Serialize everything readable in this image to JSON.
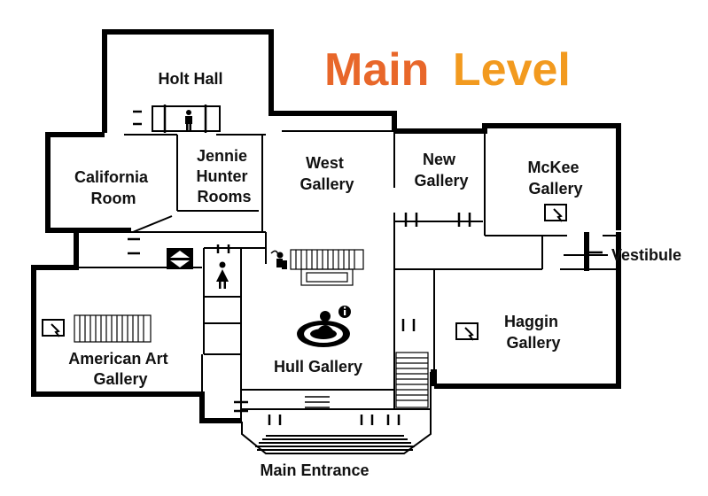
{
  "title": {
    "word1": "Main",
    "word2": "Level"
  },
  "rooms": {
    "holt_hall": "Holt Hall",
    "california_room": {
      "line1": "California",
      "line2": "Room"
    },
    "jennie_hunter": {
      "line1": "Jennie",
      "line2": "Hunter",
      "line3": "Rooms"
    },
    "west_gallery": {
      "line1": "West",
      "line2": "Gallery"
    },
    "new_gallery": {
      "line1": "New",
      "line2": "Gallery"
    },
    "mckee_gallery": {
      "line1": "McKee",
      "line2": "Gallery"
    },
    "vestibule": "Vestibule",
    "haggin_gallery": {
      "line1": "Haggin",
      "line2": "Gallery"
    },
    "american_art_gallery": {
      "line1": "American Art",
      "line2": "Gallery"
    },
    "hull_gallery": "Hull Gallery",
    "main_entrance": "Main Entrance"
  },
  "colors": {
    "title_main": "#e8672a",
    "title_level": "#f29a1f",
    "wall": "#000000",
    "floor": "#ffffff"
  },
  "icons": [
    "restroom-icon",
    "elevator-icon",
    "water-fountain-icon",
    "touchscreen-icon",
    "information-desk-icon",
    "stairs-icon"
  ]
}
